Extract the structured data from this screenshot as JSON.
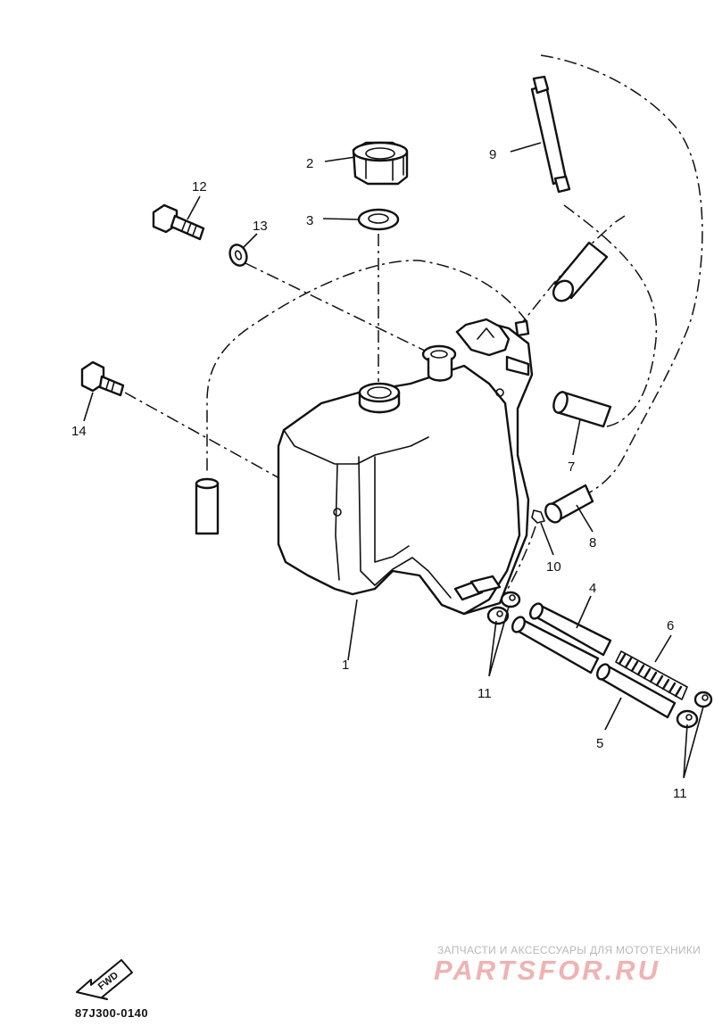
{
  "callouts": {
    "c1": "1",
    "c2": "2",
    "c3": "3",
    "c4": "4",
    "c5": "5",
    "c6": "6",
    "c7": "7",
    "c8": "8",
    "c9": "9",
    "c10": "10",
    "c11a": "11",
    "c11b": "11",
    "c12": "12",
    "c13": "13",
    "c14": "14"
  },
  "direction_arrow": {
    "label": "FWD",
    "icon": "forward-arrow-icon"
  },
  "reference_code": "87J300-0140",
  "watermark": {
    "subtitle": "ЗАПЧАСТИ И АКСЕССУАРЫ ДЛЯ МОТОТЕХНИКИ",
    "logo_text": "PARTSFOR.RU"
  },
  "colors": {
    "ink": "#111111",
    "watermark_text": "#b9b9b9",
    "watermark_logo": "#f0b2b2"
  }
}
